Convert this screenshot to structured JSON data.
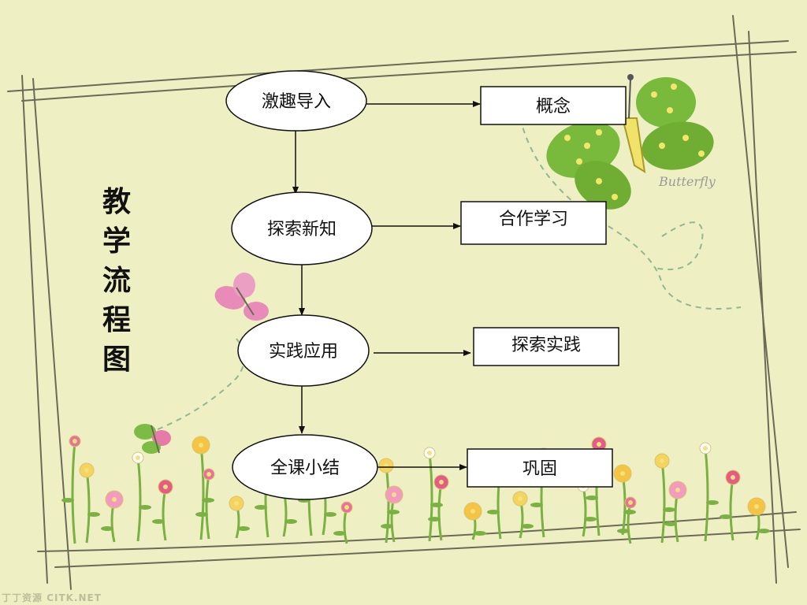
{
  "title": "教学流程图",
  "title_chars": [
    "教",
    "学",
    "流",
    "程",
    "图"
  ],
  "flow_nodes": [
    {
      "id": "n1",
      "label": "激趣导入"
    },
    {
      "id": "n2",
      "label": "探索新知"
    },
    {
      "id": "n3",
      "label": "实践应用"
    },
    {
      "id": "n4",
      "label": "全课小结"
    }
  ],
  "result_boxes": [
    {
      "id": "b1",
      "label": "概念"
    },
    {
      "id": "b2",
      "label": "合作学习"
    },
    {
      "id": "b3",
      "label": "探索实践"
    },
    {
      "id": "b4",
      "label": "巩固"
    }
  ],
  "decor": {
    "butterfly_text": "Butterfly",
    "watermark": "丁丁资源 CITK.NET"
  },
  "colors": {
    "background": "#eef0c4",
    "frame_line": "#6b6b55",
    "butterfly_green": "#79b93b",
    "butterfly_pink": "#e98bb8"
  }
}
